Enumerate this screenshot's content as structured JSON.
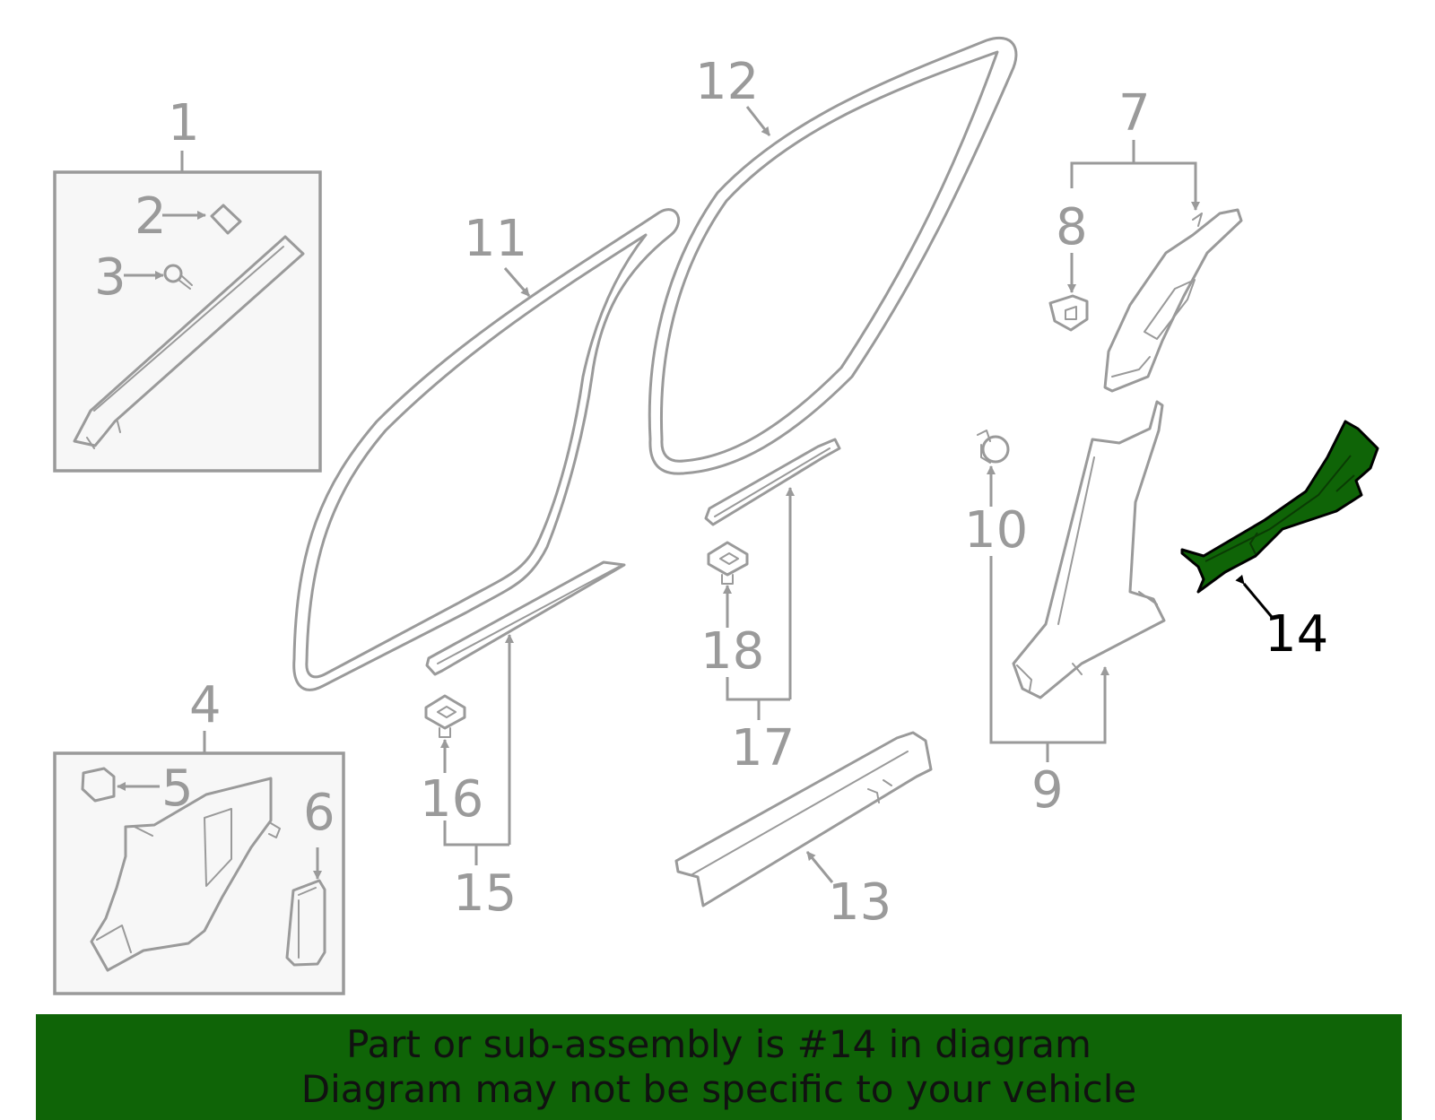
{
  "diagram": {
    "callouts": [
      "1",
      "2",
      "3",
      "4",
      "5",
      "6",
      "7",
      "8",
      "9",
      "10",
      "11",
      "12",
      "13",
      "14",
      "15",
      "16",
      "17",
      "18"
    ],
    "highlighted_part": "14"
  },
  "banner": {
    "line1": "Part or sub-assembly is #14 in diagram",
    "line2": "Diagram may not be specific to your vehicle"
  },
  "colors": {
    "highlight": "#0f6407",
    "banner": "#0f6407",
    "linework": "#9a9a9a"
  }
}
